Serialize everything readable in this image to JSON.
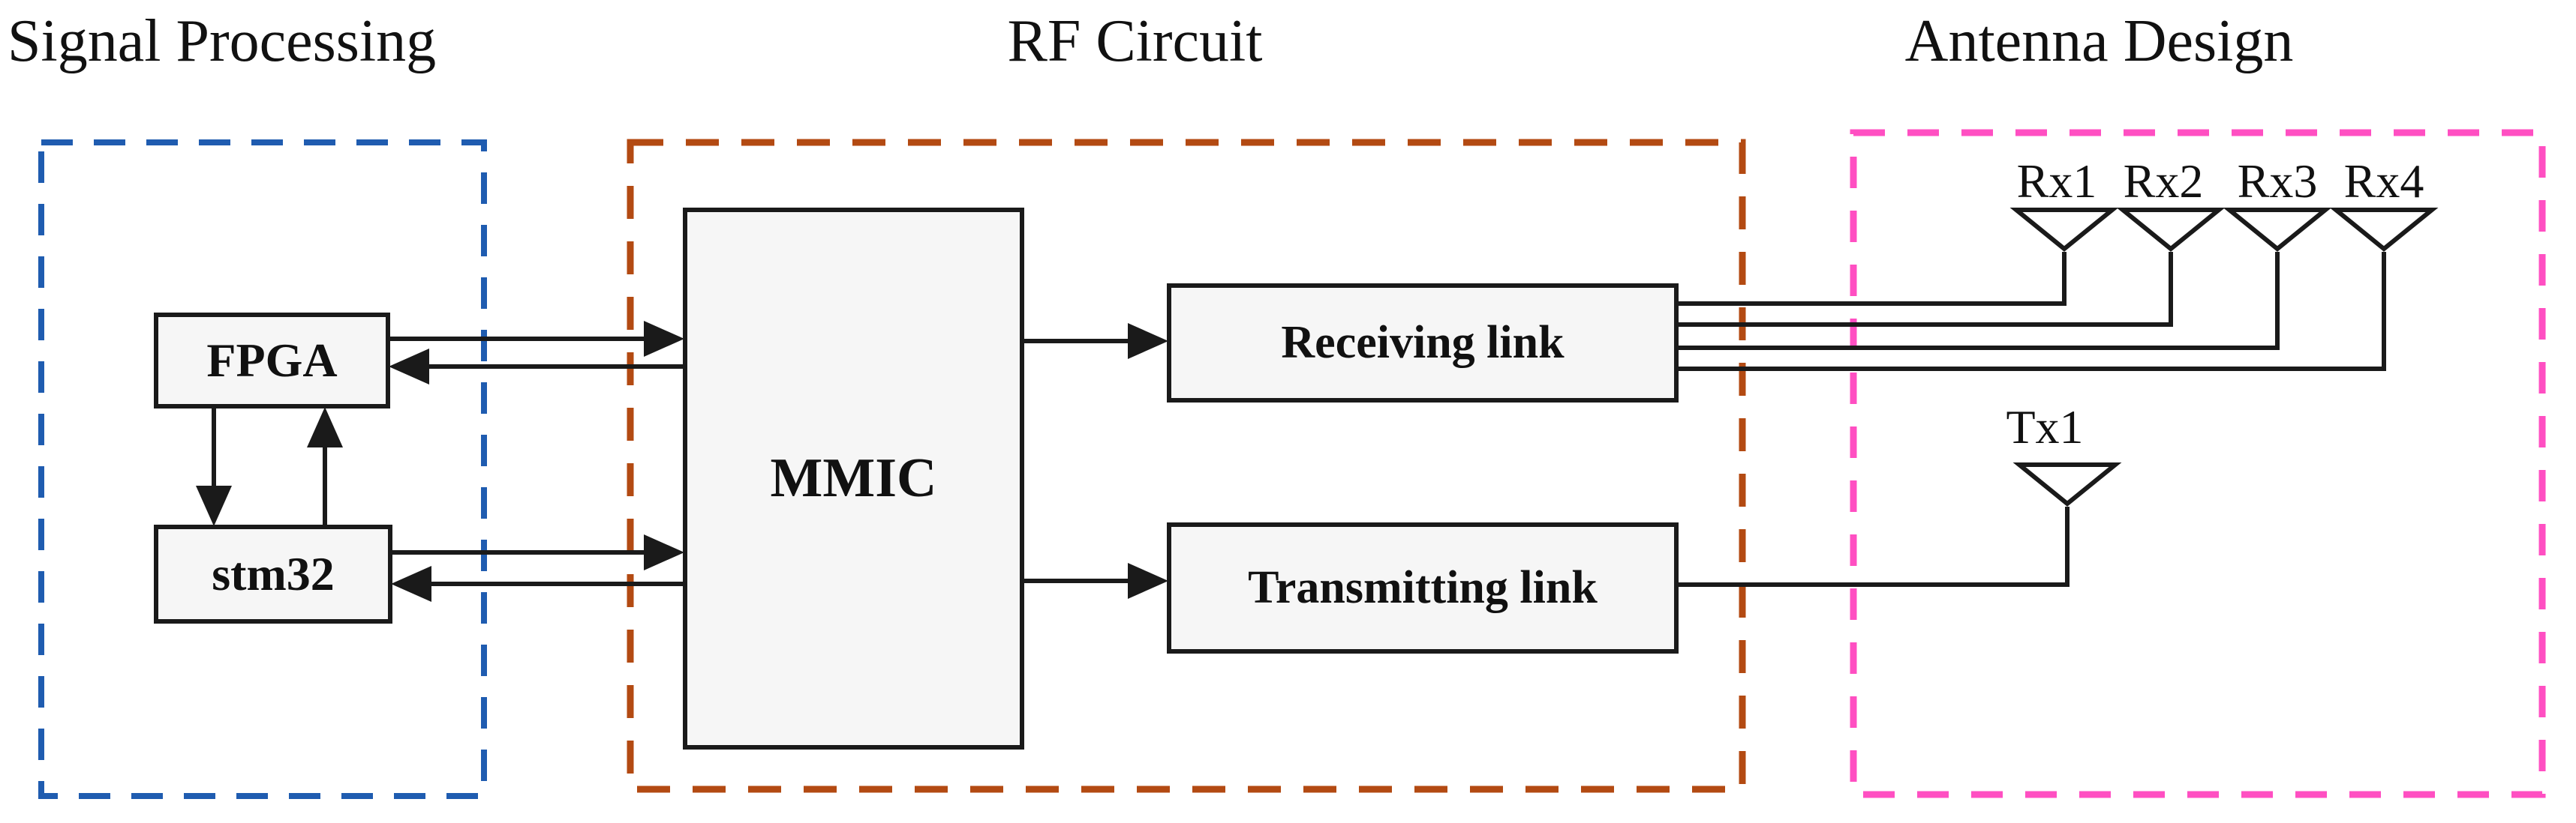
{
  "sections": {
    "signal_processing": {
      "title": "Signal Processing"
    },
    "rf_circuit": {
      "title": "RF Circuit"
    },
    "antenna_design": {
      "title": "Antenna Design"
    }
  },
  "blocks": {
    "fpga": {
      "label": "FPGA"
    },
    "stm32": {
      "label": "stm32"
    },
    "mmic": {
      "label": "MMIC"
    },
    "receiving_link": {
      "label": "Receiving link"
    },
    "transmitting_link": {
      "label": "Transmitting link"
    }
  },
  "antennas": {
    "rx1": {
      "label": "Rx1"
    },
    "rx2": {
      "label": "Rx2"
    },
    "rx3": {
      "label": "Rx3"
    },
    "rx4": {
      "label": "Rx4"
    },
    "tx1": {
      "label": "Tx1"
    }
  },
  "colors": {
    "signal_processing_border": "#1f5cb0",
    "rf_circuit_border": "#b34a12",
    "antenna_design_border": "#ff4fc2",
    "line": "#1a1a1a",
    "block_fill": "#f6f6f6",
    "background": "#ffffff"
  }
}
